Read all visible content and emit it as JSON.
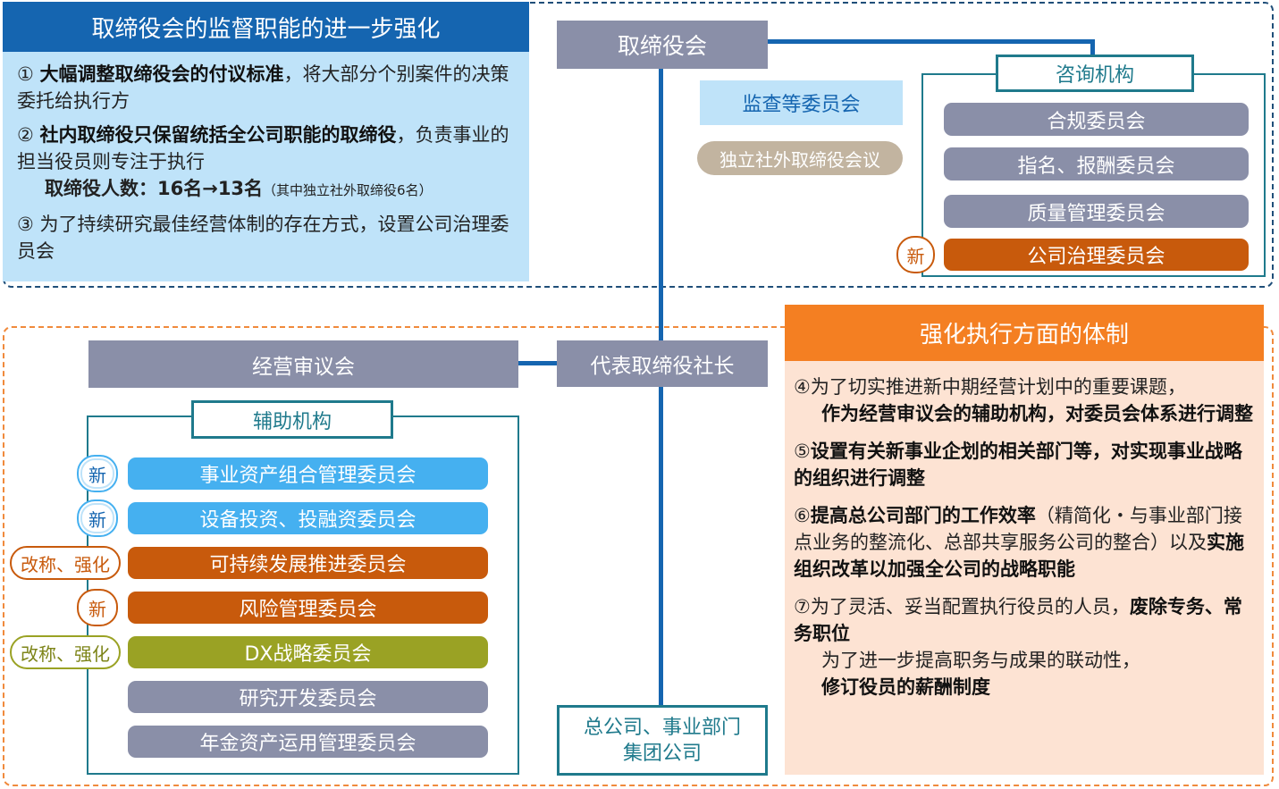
{
  "board_panel": {
    "title": "取缔役会的监督职能的进一步强化",
    "item1_num": "①",
    "item1_bold": "大幅调整取缔役会的付议标准",
    "item1_rest": "，将大部分个别案件的决策委托给执行方",
    "item2_num": "②",
    "item2_bold": "社内取缔役只保留统括全公司职能的取缔役",
    "item2_rest": "，负责事业的担当役员则专注于执行",
    "headcount": "取缔役人数：16名→13名",
    "headcount_note": "（其中独立社外取缔役6名）",
    "item3_num": "③",
    "item3_text": "为了持续研究最佳经营体制的存在方式，设置公司治理委员会"
  },
  "org": {
    "board": "取缔役会",
    "audit": "监查等委员会",
    "independent": "独立社外取缔役会议",
    "advisory_label": "咨询机构",
    "advisory": [
      {
        "label": "合规委员会",
        "badge": ""
      },
      {
        "label": "指名、报酬委员会",
        "badge": ""
      },
      {
        "label": "质量管理委员会",
        "badge": ""
      },
      {
        "label": "公司治理委员会",
        "badge": "新"
      }
    ],
    "management": "经营审议会",
    "ceo": "代表取缔役社长",
    "support_label": "辅助机构",
    "support": [
      {
        "label": "事业资产组合管理委员会",
        "badge": "新"
      },
      {
        "label": "设备投资、投融资委员会",
        "badge": "新"
      },
      {
        "label": "可持续发展推进委员会",
        "badge": "改称、强化"
      },
      {
        "label": "风险管理委员会",
        "badge": "新"
      },
      {
        "label": "DX战略委员会",
        "badge": "改称、强化"
      },
      {
        "label": "研究开发委员会",
        "badge": ""
      },
      {
        "label": "年金资产运用管理委员会",
        "badge": ""
      }
    ],
    "branch_line1": "总公司、事业部门",
    "branch_line2": "集团公司"
  },
  "exec_panel": {
    "title": "强化执行方面的体制",
    "item4_head": "④为了切实推进新中期经营计划中的重要课题，",
    "item4_bold": "作为经营审议会的辅助机构，对委员会体系进行调整",
    "item5_head": "⑤",
    "item5_bold": "设置有关新事业企划的相关部门等，对实现事业战略的组织进行调整",
    "item6_head": "⑥",
    "item6_bold1": "提高总公司部门的工作效率",
    "item6_mid": "（精简化・与事业部门接点业务的整流化、总部共享服务公司的整合）以及",
    "item6_bold2": "实施组织改革以加强全公司的战略职能",
    "item7_head": "⑦为了灵活、妥当配置执行役员的人员，",
    "item7_bold1": "废除专务、常务职位",
    "item7_mid": "为了进一步提高职务与成果的联动性，",
    "item7_bold2": "修订役员的薪酬制度"
  },
  "colors": {
    "navy": "#1565b0",
    "light_blue": "#bfe3f9",
    "gray": "#8a8fa8",
    "orange": "#f47f22",
    "dark_orange": "#c85a0c",
    "olive": "#9aa224",
    "teal": "#1f7a8c",
    "peach": "#fde3d3"
  }
}
